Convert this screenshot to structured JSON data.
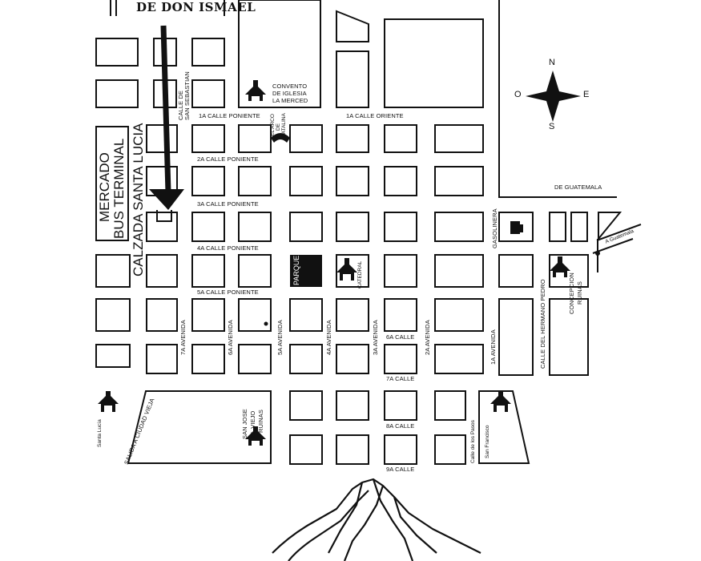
{
  "title": "DE DON ISMAEL",
  "compass": {
    "n": "N",
    "s": "S",
    "e": "E",
    "o": "O"
  },
  "labels": {
    "mercado": "MERCADO",
    "bus_terminal": "BUS TERMINAL",
    "calzada": "CALZADA SANTA LUCIA",
    "calle_san_sebastian_1": "CALLE DE",
    "calle_san_sebastian_2": "SAN SEBASTIAN",
    "convento_1": "CONVENTO",
    "convento_2": "DE IGLESIA",
    "convento_3": "LA MERCED",
    "arco_1": "EL ARCO",
    "arco_2": "DE",
    "arco_3": "CATALINA",
    "c1_poniente": "1A CALLE PONIENTE",
    "c1_oriente": "1A CALLE ORIENTE",
    "c2_poniente": "2A CALLE PONIENTE",
    "c3_poniente": "3A CALLE PONIENTE",
    "c4_poniente": "4A CALLE PONIENTE",
    "c5_poniente": "5A CALLE PONIENTE",
    "de_guatemala": "DE GUATEMALA",
    "gasolinera": "GASOLINERA",
    "a_guatemala": "A Guatemala",
    "parque": "PARQUE",
    "catedral": "CATEDRAL",
    "concepcion_1": "CONCEPCION",
    "concepcion_2": "RUINAS",
    "hermano_pedro": "CALLE DEL HERMANO PEDRO",
    "av1": "1A AVENIDA",
    "av2": "2A AVENIDA",
    "av3": "3A AVENIDA",
    "av4": "4A AVENIDA",
    "av5": "5A AVENIDA",
    "av6": "6A AVENIDA",
    "av7": "7A AVENIDA",
    "c6": "6A CALLE",
    "c7": "7A CALLE",
    "c8": "8A CALLE",
    "c9": "9A CALLE",
    "san_jose_1": "SAN JOSE",
    "san_jose_2": "EL VIEJO",
    "san_jose_3": "RUINAS",
    "salida": "SALIDA A CIUDAD VIEJA",
    "santa_lucia": "Santa Lucía",
    "los_pasos": "Calle de los Pasos",
    "san_francisco": "San Francisco"
  },
  "icons": [
    "church-icon",
    "arrow-icon",
    "compass-icon",
    "volcano-icon",
    "gas-pump-icon"
  ]
}
